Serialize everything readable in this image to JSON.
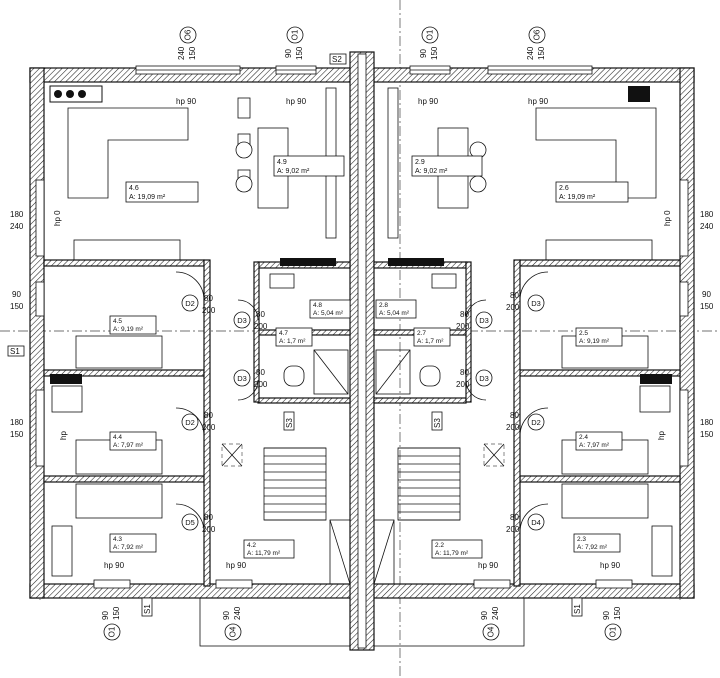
{
  "rooms": [
    {
      "id": "4.6",
      "area": "A: 19,09 m²"
    },
    {
      "id": "4.9",
      "area": "A: 9,02 m²"
    },
    {
      "id": "2.9",
      "area": "A: 9,02 m²"
    },
    {
      "id": "2.6",
      "area": "A: 19,09 m²"
    },
    {
      "id": "4.8",
      "area": "A: 5,04 m²"
    },
    {
      "id": "2.8",
      "area": "A: 5,04 m²"
    },
    {
      "id": "4.7",
      "area": "A: 1,7 m²"
    },
    {
      "id": "2.7",
      "area": "A: 1,7 m²"
    },
    {
      "id": "4.5",
      "area": "A: 9,19 m²"
    },
    {
      "id": "2.5",
      "area": "A: 9,19 m²"
    },
    {
      "id": "4.4",
      "area": "A: 7,97 m²"
    },
    {
      "id": "2.4",
      "area": "A: 7,97 m²"
    },
    {
      "id": "4.3",
      "area": "A: 7,92 m²"
    },
    {
      "id": "2.3",
      "area": "A: 7,92 m²"
    },
    {
      "id": "4.2",
      "area": "A: 11,79 m²"
    },
    {
      "id": "2.2",
      "area": "A: 11,79 m²"
    }
  ],
  "window_tags": {
    "o6_left": "O6",
    "o1_top_left": "O1",
    "o1_top_right": "O1",
    "o6_right": "O6",
    "o1_bot_left": "O1",
    "o4_bot_left": "O4",
    "o4_bot_right": "O4",
    "o1_bot_right": "O1"
  },
  "window_dims": {
    "o6_left": [
      "240",
      "150"
    ],
    "o1_top_left": [
      "90",
      "150"
    ],
    "o1_top_right": [
      "90",
      "150"
    ],
    "o6_right": [
      "240",
      "150"
    ],
    "o1_bot_left": [
      "90",
      "150"
    ],
    "o4_bot_left": [
      "90",
      "240"
    ],
    "o4_bot_right": [
      "90",
      "240"
    ],
    "o1_bot_right": [
      "90",
      "150"
    ],
    "left_a": [
      "180",
      "240"
    ],
    "left_b": [
      "90",
      "150"
    ],
    "left_c": [
      "180",
      "150"
    ],
    "right_a": [
      "180",
      "240"
    ],
    "right_b": [
      "90",
      "150"
    ],
    "right_c": [
      "180",
      "150"
    ]
  },
  "door_tags": {
    "l_d2_a": "D2",
    "l_d3_a": "D3",
    "l_d3_b": "D3",
    "l_d2_b": "D2",
    "l_d5": "D5",
    "r_d3_a": "D3",
    "r_d3_b": "D3",
    "r_d3_c": "D3",
    "r_d2": "D2",
    "r_d4": "D4"
  },
  "door_dims": {
    "l_d2_a": [
      "80",
      "200"
    ],
    "l_d3_a": [
      "80",
      "200"
    ],
    "l_d3_b": [
      "80",
      "200"
    ],
    "l_d2_b": [
      "80",
      "200"
    ],
    "l_d5": [
      "80",
      "200"
    ],
    "r_d3_a": [
      "80",
      "200"
    ],
    "r_d3_b": [
      "80",
      "200"
    ],
    "r_d3_c": [
      "80",
      "200"
    ],
    "r_d2": [
      "80",
      "200"
    ],
    "r_d4": [
      "80",
      "200"
    ]
  },
  "section_tags": {
    "s2": "S2",
    "s1_left": "S1",
    "s1_bottom_left": "S1",
    "s1_bottom_right": "S1",
    "s3_left": "S3",
    "s3_right": "S3"
  },
  "sill_labels": {
    "hp90_1": "hp 90",
    "hp90_2": "hp 90",
    "hp90_3": "hp 90",
    "hp90_4": "hp 90",
    "hp0_left": "hp 0",
    "hp0_right": "hp 0",
    "hp_left_mid": "hp",
    "hp_right_mid": "hp",
    "hp90_bl": "hp 90",
    "hp90_bl2": "hp 90",
    "hp90_br": "hp 90",
    "hp90_br2": "hp 90"
  }
}
